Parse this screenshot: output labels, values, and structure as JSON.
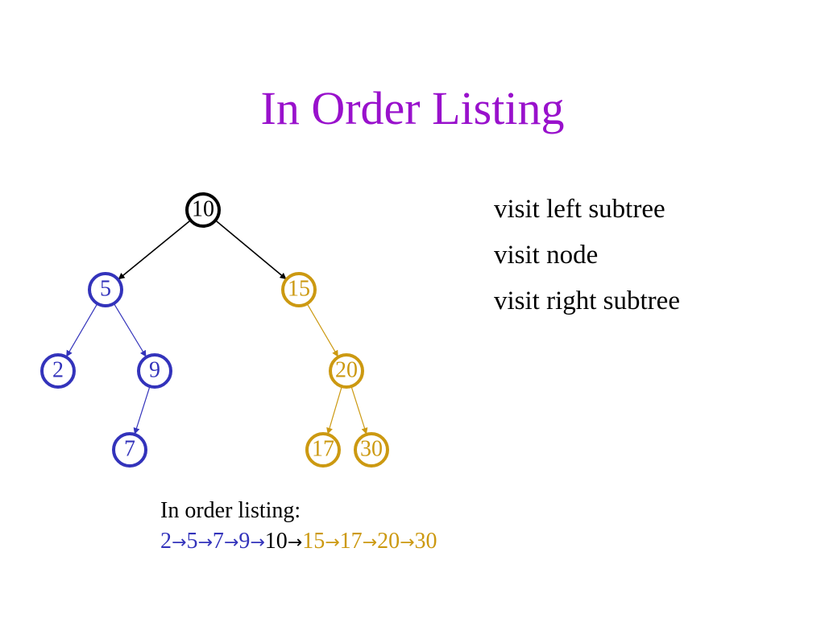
{
  "title": "In Order Listing",
  "steps": [
    "visit left subtree",
    "visit node",
    "visit right subtree"
  ],
  "colors": {
    "title": "#9911cc",
    "root": "#000000",
    "left_subtree": "#3333bb",
    "right_subtree": "#cc9911"
  },
  "tree": {
    "nodes": [
      {
        "id": "n10",
        "label": "10",
        "group": "root"
      },
      {
        "id": "n5",
        "label": "5",
        "group": "left_subtree"
      },
      {
        "id": "n15",
        "label": "15",
        "group": "right_subtree"
      },
      {
        "id": "n2",
        "label": "2",
        "group": "left_subtree"
      },
      {
        "id": "n9",
        "label": "9",
        "group": "left_subtree"
      },
      {
        "id": "n7",
        "label": "7",
        "group": "left_subtree"
      },
      {
        "id": "n20",
        "label": "20",
        "group": "right_subtree"
      },
      {
        "id": "n17",
        "label": "17",
        "group": "right_subtree"
      },
      {
        "id": "n30",
        "label": "30",
        "group": "right_subtree"
      }
    ],
    "edges": [
      {
        "from": "n10",
        "to": "n5",
        "group": "root"
      },
      {
        "from": "n10",
        "to": "n15",
        "group": "root"
      },
      {
        "from": "n5",
        "to": "n2",
        "group": "left_subtree"
      },
      {
        "from": "n5",
        "to": "n9",
        "group": "left_subtree"
      },
      {
        "from": "n9",
        "to": "n7",
        "group": "left_subtree"
      },
      {
        "from": "n15",
        "to": "n20",
        "group": "right_subtree"
      },
      {
        "from": "n20",
        "to": "n17",
        "group": "right_subtree"
      },
      {
        "from": "n20",
        "to": "n30",
        "group": "right_subtree"
      }
    ]
  },
  "listing": {
    "label": "In order listing:",
    "sequence": [
      {
        "value": "2",
        "group": "left_subtree"
      },
      {
        "value": "5",
        "group": "left_subtree"
      },
      {
        "value": "7",
        "group": "left_subtree"
      },
      {
        "value": "9",
        "group": "left_subtree"
      },
      {
        "value": "10",
        "group": "root"
      },
      {
        "value": "15",
        "group": "right_subtree"
      },
      {
        "value": "17",
        "group": "right_subtree"
      },
      {
        "value": "20",
        "group": "right_subtree"
      },
      {
        "value": "30",
        "group": "right_subtree"
      }
    ],
    "arrow": "→"
  }
}
